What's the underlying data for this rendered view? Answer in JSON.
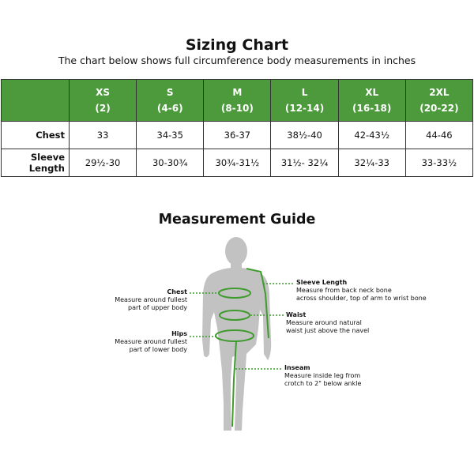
{
  "sizing": {
    "title": "Sizing Chart",
    "subtitle": "The chart below shows full circumference body measurements in inches",
    "sizes": [
      {
        "code": "XS",
        "range": "(2)"
      },
      {
        "code": "S",
        "range": "(4-6)"
      },
      {
        "code": "M",
        "range": "(8-10)"
      },
      {
        "code": "L",
        "range": "(12-14)"
      },
      {
        "code": "XL",
        "range": "(16-18)"
      },
      {
        "code": "2XL",
        "range": "(20-22)"
      }
    ],
    "rows": [
      {
        "label": "Chest",
        "values": [
          "33",
          "34-35",
          "36-37",
          "38½-40",
          "42-43½",
          "44-46"
        ]
      },
      {
        "label": "Sleeve Length",
        "values": [
          "29½-30",
          "30-30¾",
          "30¾-31½",
          "31½- 32¼",
          "32¼-33",
          "33-33½"
        ]
      }
    ],
    "header_color": "#4c9a3c"
  },
  "guide": {
    "title": "Measurement Guide",
    "chest": {
      "title": "Chest",
      "line1": "Measure around fullest",
      "line2": "part of upper body"
    },
    "hips": {
      "title": "Hips",
      "line1": "Measure around fullest",
      "line2": "part of lower body"
    },
    "sleeve": {
      "title": "Sleeve Length",
      "line1": "Measure  from back neck bone",
      "line2": "across shoulder, top of arm to wrist bone"
    },
    "waist": {
      "title": "Waist",
      "line1": "Measure around natural",
      "line2": "waist just above the navel"
    },
    "inseam": {
      "title": "Inseam",
      "line1": "Measure inside leg from",
      "line2": "crotch to 2\" below ankle"
    },
    "accent_color": "#3f9b2e",
    "figure_color": "#c2c2c2"
  }
}
